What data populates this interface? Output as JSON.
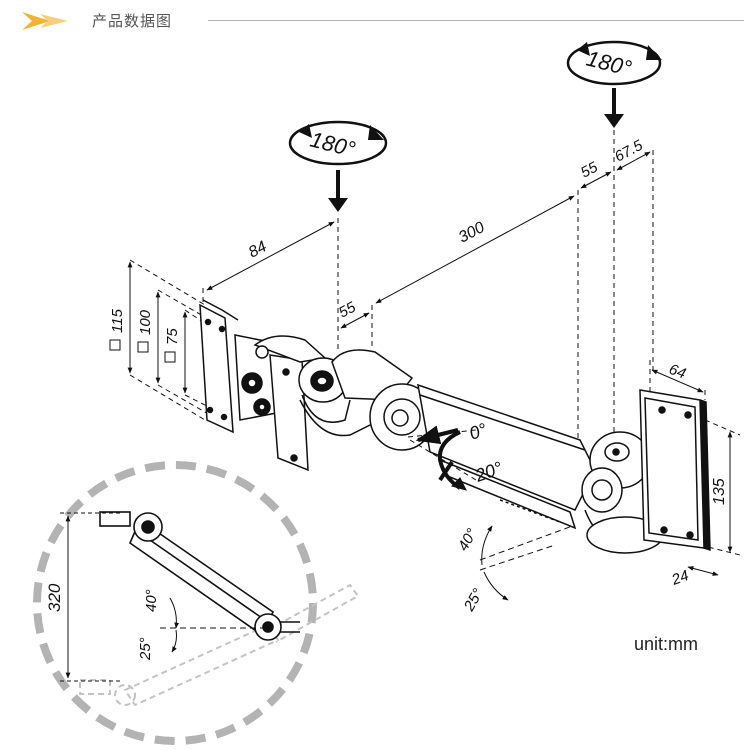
{
  "header": {
    "title": "产品数据图"
  },
  "unit": "unit:mm",
  "rotation": {
    "top_left": "180°",
    "top_right": "180°"
  },
  "dimensions": {
    "d84": "84",
    "d300": "300",
    "d55_top": "55",
    "d67_5": "67.5",
    "d55_left": "55",
    "d64": "64",
    "d135": "135",
    "d24": "24",
    "d320": "320"
  },
  "vesa": {
    "v115": "115",
    "v100": "100",
    "v75": "75"
  },
  "angles": {
    "tilt_up": "0°",
    "tilt_down": "20°",
    "arm_up": "40°",
    "arm_down": "25°",
    "inset_up": "40°",
    "inset_down": "25°"
  },
  "colors": {
    "accent": "#f2b233",
    "line": "#111111",
    "inset_ring": "#b3b3b3"
  }
}
